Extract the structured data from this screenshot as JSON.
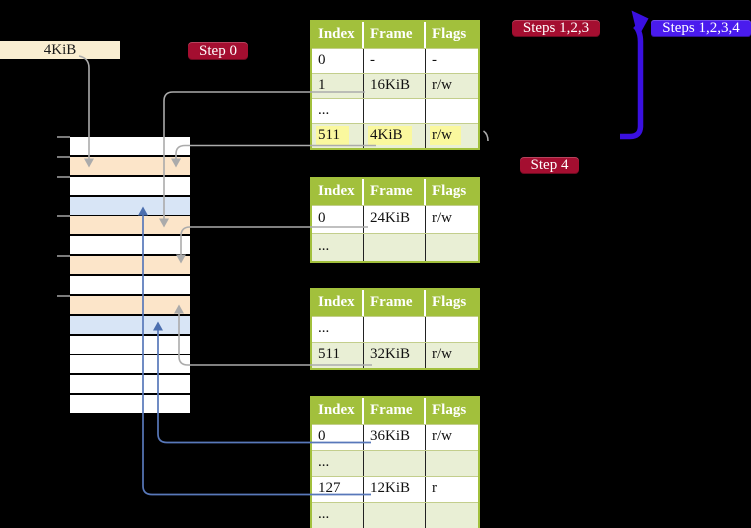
{
  "frame_label": "4KiB",
  "badges": {
    "step0": "Step 0",
    "steps123": "Steps 1,2,3",
    "steps1234": "Steps 1,2,3,4",
    "step4": "Step 4"
  },
  "colors": {
    "badge_red": "#A40E30",
    "badge_blue": "#4A1BEE",
    "arrow_blue": "#3A10E0",
    "connector_gray": "#ABABAB",
    "connector_blue": "#5878BA",
    "table_header_green": "#A2C03C",
    "table_row_green": "#E9EFD5",
    "highlight_yellow": "#FAF89E",
    "strip_peach": "#FCE5C9",
    "strip_blue": "#D8E5F6",
    "frame_label_bg": "#FAEED1"
  },
  "memory_strip": {
    "row_colors": [
      "white",
      "peach",
      "white",
      "blue",
      "peach",
      "white",
      "peach",
      "white",
      "peach",
      "blue",
      "white",
      "white",
      "white",
      "white"
    ]
  },
  "page_tables": [
    {
      "headers": [
        "Index",
        "Frame",
        "Flags"
      ],
      "rows": [
        [
          "0",
          "-",
          "-"
        ],
        [
          "1",
          "16KiB",
          "r/w"
        ],
        [
          "...",
          "",
          ""
        ],
        [
          "511",
          "4KiB",
          "r/w"
        ]
      ],
      "highlight_row": 3
    },
    {
      "headers": [
        "Index",
        "Frame",
        "Flags"
      ],
      "rows": [
        [
          "0",
          "24KiB",
          "r/w"
        ],
        [
          "...",
          "",
          ""
        ]
      ],
      "highlight_row": -1
    },
    {
      "headers": [
        "Index",
        "Frame",
        "Flags"
      ],
      "rows": [
        [
          "...",
          "",
          ""
        ],
        [
          "511",
          "32KiB",
          "r/w"
        ]
      ],
      "highlight_row": -1
    },
    {
      "headers": [
        "Index",
        "Frame",
        "Flags"
      ],
      "rows": [
        [
          "0",
          "36KiB",
          "r/w"
        ],
        [
          "...",
          "",
          ""
        ],
        [
          "127",
          "12KiB",
          "r"
        ],
        [
          "...",
          "",
          ""
        ]
      ],
      "highlight_row": -1
    }
  ]
}
